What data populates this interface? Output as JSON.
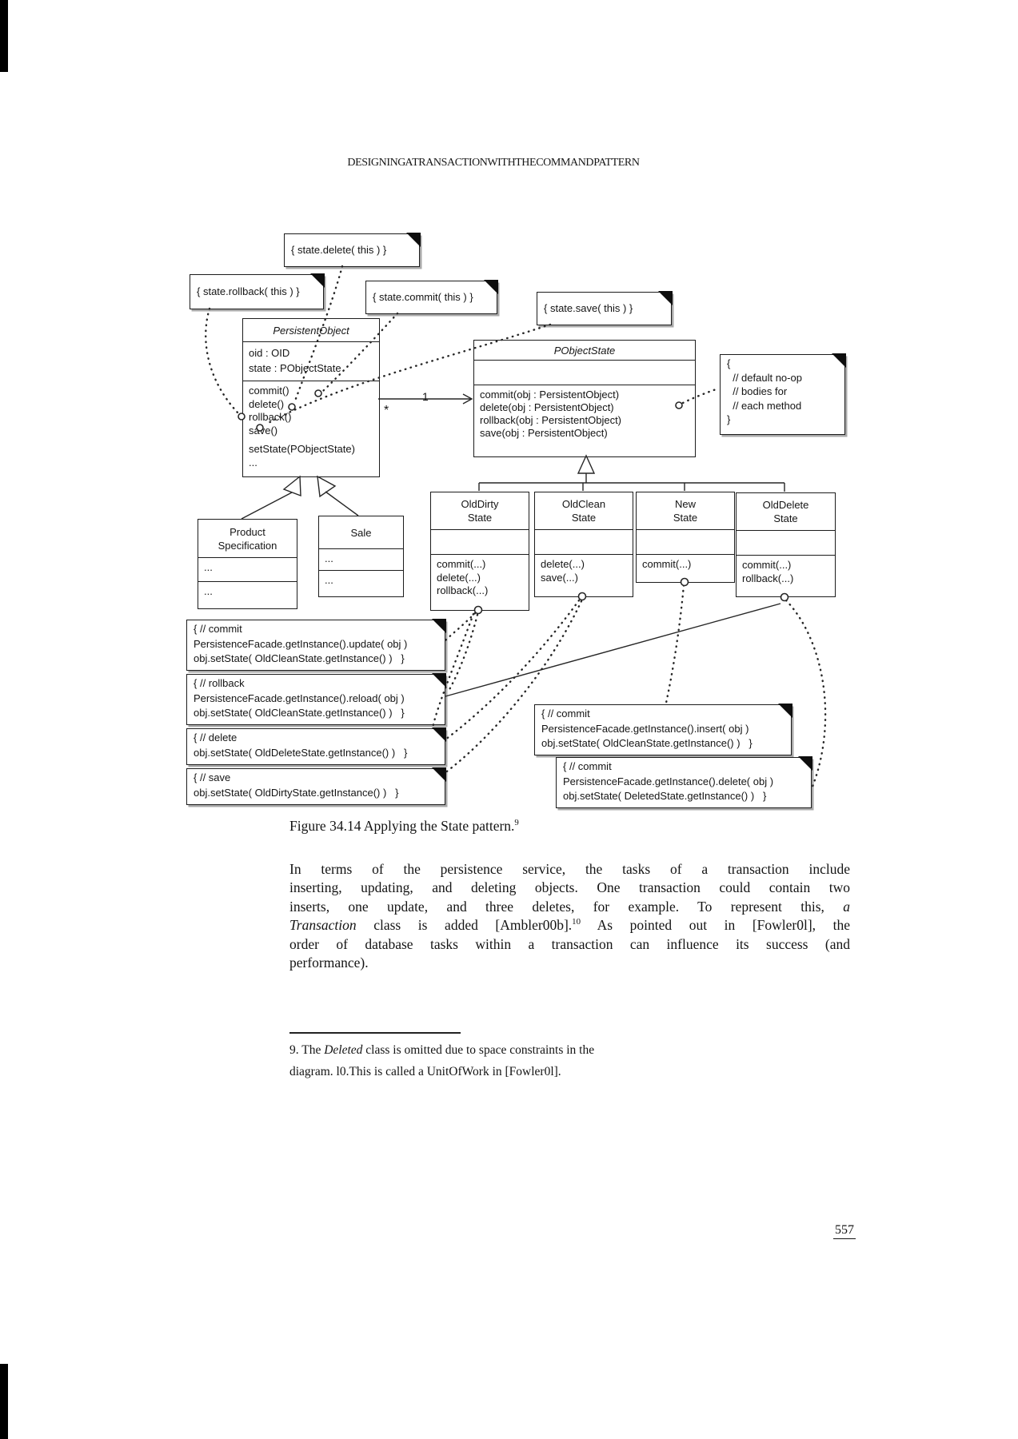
{
  "page": {
    "header": "DESIGNING A TRANSACTION WITH THE COMMAND PATTERN",
    "page_number": "557"
  },
  "diagram": {
    "notes": {
      "state_delete": "{ state.delete( this ) }",
      "state_rollback": "{ state.rollback( this ) }",
      "state_commit": "{ state.commit( this ) }",
      "state_save": "{ state.save( this ) }",
      "noop_lines": [
        "{",
        "  // default no-op",
        "  // bodies for",
        "  // each method",
        "}"
      ],
      "commit_update": [
        "{ // commit",
        "PersistenceFacade.getInstance().update( obj )",
        "obj.setState( OldCleanState.getInstance() )   }"
      ],
      "rollback_reload": [
        "{ // rollback",
        "PersistenceFacade.getInstance().reload( obj )",
        "obj.setState( OldCleanState.getInstance() )   }"
      ],
      "delete_note": [
        "{ // delete",
        "obj.setState( OldDeleteState.getInstance() )   }"
      ],
      "save_note": [
        "{ // save",
        "obj.setState( OldDirtyState.getInstance() )   }"
      ],
      "commit_insert": [
        "{ // commit",
        "PersistenceFacade.getInstance().insert( obj )",
        "obj.setState( OldCleanState.getInstance() )   }"
      ],
      "commit_delete": [
        "{ // commit",
        "PersistenceFacade.getInstance().delete( obj )",
        "obj.setState( DeletedState.getInstance() )   }"
      ]
    },
    "classes": {
      "persistent_object": {
        "name": "PersistentObject",
        "attributes": [
          "oid : OID",
          "state : PObjectState"
        ],
        "methods": [
          "commit()",
          "delete()",
          "rollback()",
          "save()",
          "setState(PObjectState)",
          "..."
        ]
      },
      "pobject_state": {
        "name": "PObjectState",
        "methods": [
          "commit(obj : PersistentObject)",
          "delete(obj : PersistentObject)",
          "rollback(obj : PersistentObject)",
          "save(obj : PersistentObject)"
        ]
      },
      "old_dirty": {
        "line1": "OldDirty",
        "line2": "State",
        "methods": [
          "commit(...)",
          "delete(...)",
          "rollback(...)"
        ]
      },
      "old_clean": {
        "line1": "OldClean",
        "line2": "State",
        "methods": [
          "delete(...)",
          "save(...)"
        ]
      },
      "new_state": {
        "line1": "New",
        "line2": "State",
        "methods": [
          "commit(...)"
        ]
      },
      "old_delete": {
        "line1": "OldDelete",
        "line2": "State",
        "methods": [
          "commit(...)",
          "rollback(...)"
        ]
      },
      "product_spec": {
        "line1": "Product",
        "line2": "Specification",
        "attributes": [
          "..."
        ],
        "methods": [
          "..."
        ]
      },
      "sale": {
        "name": "Sale",
        "attributes": [
          "..."
        ],
        "methods": [
          "..."
        ]
      }
    },
    "association": {
      "star": "*",
      "one": "1"
    }
  },
  "caption": {
    "text": "Figure 34.14 Applying the State pattern.",
    "sup": "9"
  },
  "body": {
    "l1": "In terms of the persistence service, the tasks of a transaction include",
    "l2": "inserting, updating, and deleting objects. One transaction could contain two",
    "l3a": "inserts, one update, and three deletes, for example. To represent this, ",
    "l3b": "a",
    "l4a": "Transaction",
    "l4b": " class is added [Ambler00b].",
    "l4sup": "10",
    "l4c": " As pointed out in [Fowler0l], the",
    "l5": "order of database tasks within a transaction can influence its success (and",
    "l6": "performance)."
  },
  "footnote": {
    "l1a": "9. The ",
    "l1b": "Deleted",
    "l1c": " class is omitted due to space constraints in the",
    "l2": "diagram. l0.This is called a UnitOfWork in [Fowler0l]."
  }
}
